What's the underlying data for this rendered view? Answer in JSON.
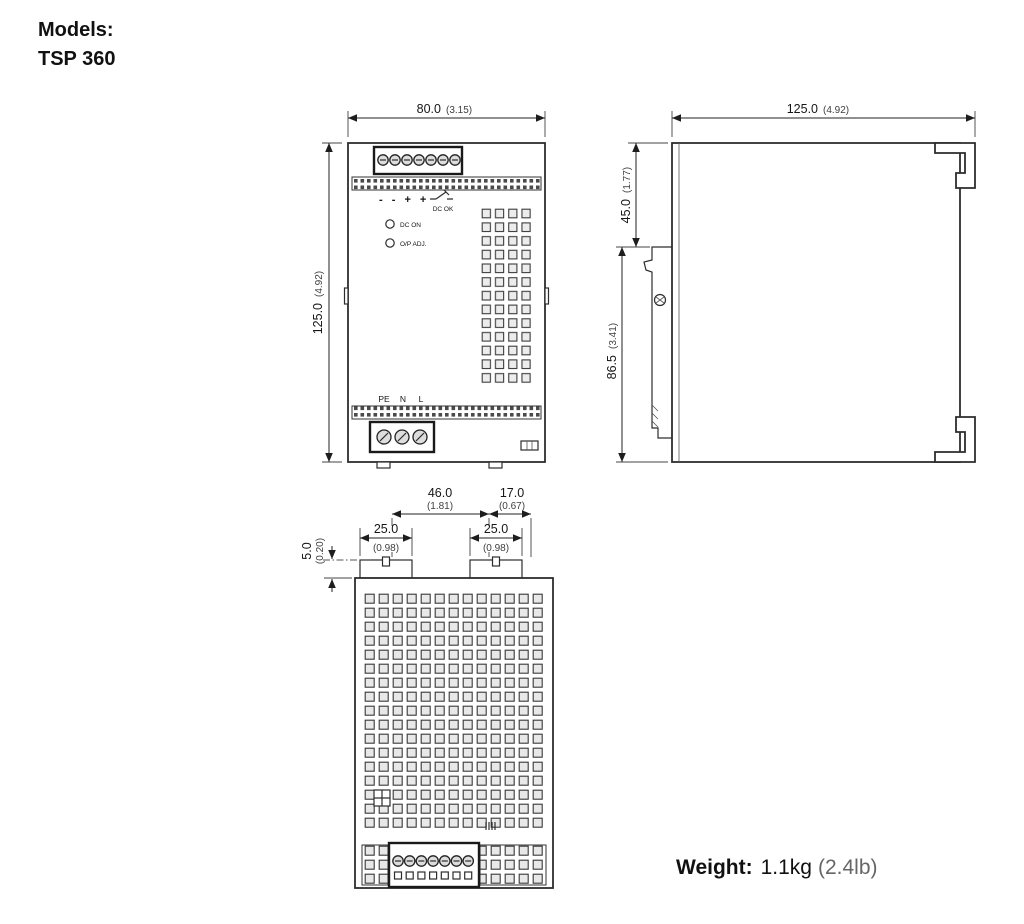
{
  "header": {
    "models_label": "Models:",
    "model_name": "TSP 360"
  },
  "front_view": {
    "dim_width_mm": "80.0",
    "dim_width_in": "(3.15)",
    "dim_height_mm": "125.0",
    "dim_height_in": "(4.92)",
    "terminal_polarity": "- - + +",
    "dc_ok": "DC OK",
    "dc_on": "DC ON",
    "op_adj": "O/P ADJ.",
    "pe": "PE",
    "n": "N",
    "l": "L"
  },
  "side_view": {
    "dim_width_mm": "125.0",
    "dim_width_in": "(4.92)",
    "dim_upper_mm": "45.0",
    "dim_upper_in": "(1.77)",
    "dim_lower_mm": "86.5",
    "dim_lower_in": "(3.41)"
  },
  "bottom_view": {
    "dim_46_mm": "46.0",
    "dim_46_in": "(1.81)",
    "dim_17_mm": "17.0",
    "dim_17_in": "(0.67)",
    "dim_25l_mm": "25.0",
    "dim_25l_in": "(0.98)",
    "dim_25r_mm": "25.0",
    "dim_25r_in": "(0.98)",
    "dim_5_mm": "5.0",
    "dim_5_in": "(0.20)"
  },
  "footer": {
    "weight_label": "Weight:",
    "weight_value": "1.1kg",
    "weight_alt": "(2.4lb)"
  }
}
